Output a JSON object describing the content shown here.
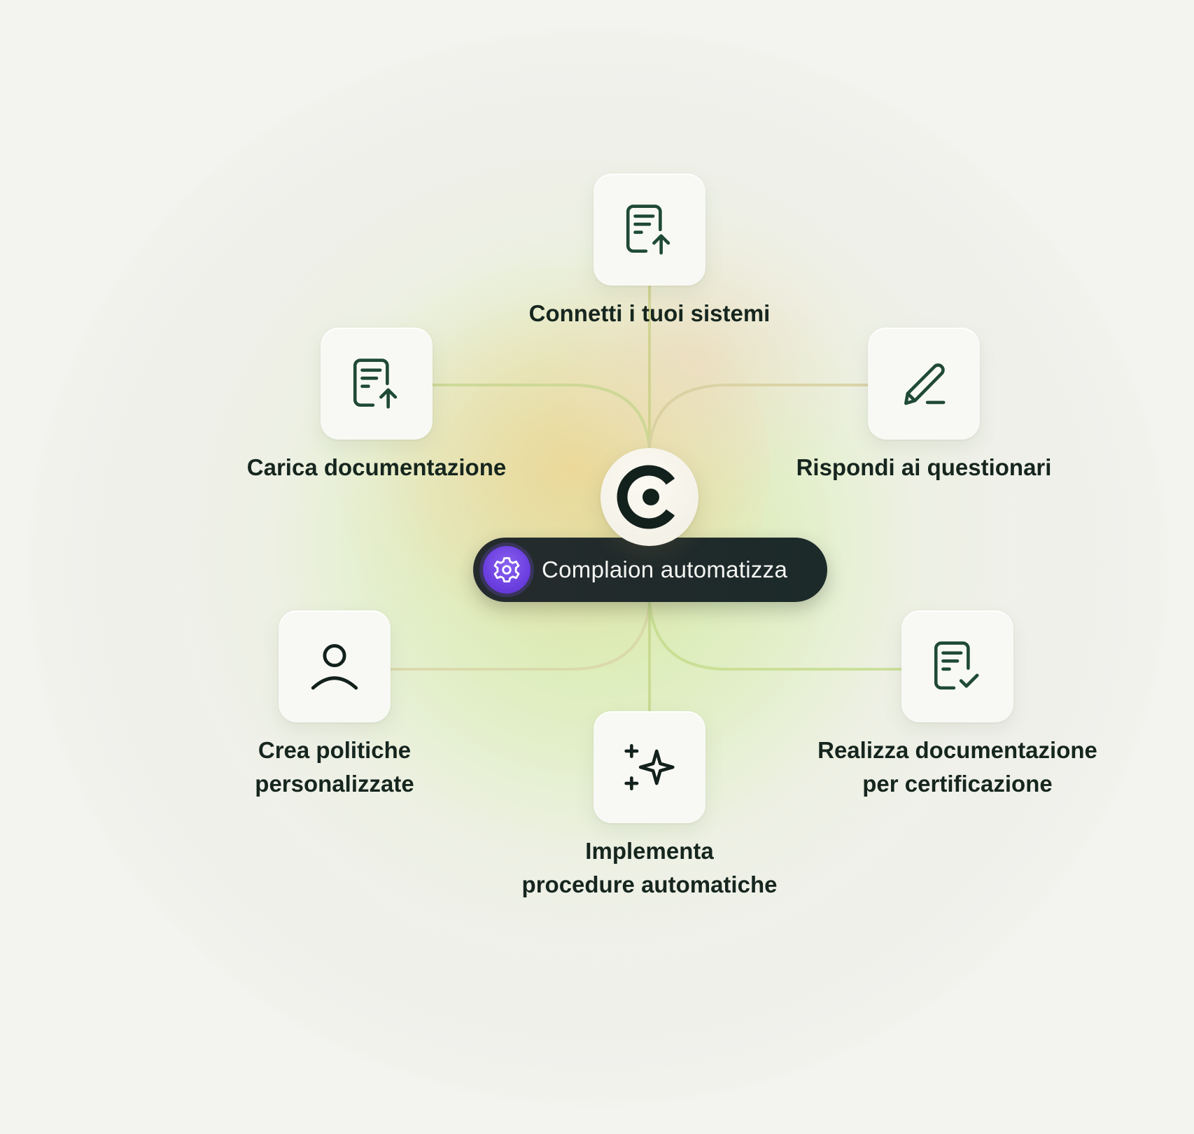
{
  "hub": {
    "badge_label": "Complaion automatizza",
    "badge_icon": "gear-icon",
    "logo_icon": "complaion-logo-icon"
  },
  "nodes": {
    "top": {
      "label": "Connetti i tuoi sistemi",
      "icon": "document-upload-icon"
    },
    "upper_left": {
      "label": "Carica documentazione",
      "icon": "document-upload-icon"
    },
    "upper_right": {
      "label": "Rispondi ai questionari",
      "icon": "pencil-icon"
    },
    "lower_left": {
      "label_line1": "Crea politiche",
      "label_line2": "personalizzate",
      "icon": "user-icon"
    },
    "bottom": {
      "label_line1": "Implementa",
      "label_line2": "procedure automatiche",
      "icon": "sparkles-icon"
    },
    "lower_right": {
      "label_line1": "Realizza documentazione",
      "label_line2": "per certificazione",
      "icon": "document-check-icon"
    }
  },
  "colors": {
    "icon_stroke": "#1f4a36",
    "text": "#16261f",
    "pill_bg": "#1f292a",
    "pill_icon_bg": "#6c3fe0",
    "connector": "#c9d28a"
  }
}
